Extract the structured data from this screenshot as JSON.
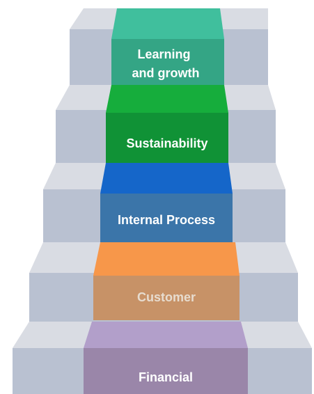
{
  "diagram": {
    "steps": [
      {
        "id": "learning",
        "label_lines": [
          "Learning",
          "and growth"
        ],
        "color_top": "#40bf9d",
        "color_front": "#34a585"
      },
      {
        "id": "sustainability",
        "label_lines": [
          "Sustainability"
        ],
        "color_top": "#16ad3c",
        "color_front": "#109236"
      },
      {
        "id": "internal",
        "label_lines": [
          "Internal Process"
        ],
        "color_top": "#1566c9",
        "color_front": "#3b75a9"
      },
      {
        "id": "customer",
        "label_lines": [
          "Customer"
        ],
        "color_top": "#f7974a",
        "color_front": "#c79267"
      },
      {
        "id": "financial",
        "label_lines": [
          "Financial"
        ],
        "color_top": "#b29fca",
        "color_front": "#9a86a9"
      }
    ],
    "stair_colors": {
      "tread": "#d9dce3",
      "riser": "#b9c1d1",
      "edge": "#eef0f4"
    }
  }
}
